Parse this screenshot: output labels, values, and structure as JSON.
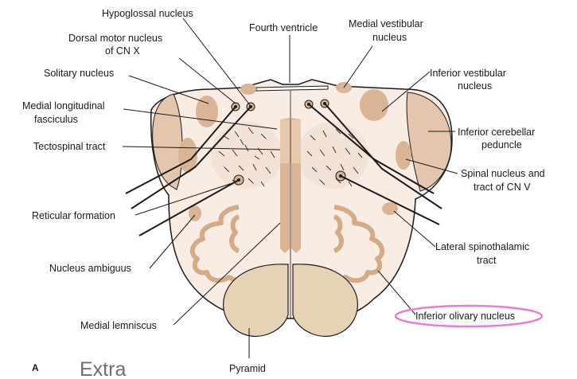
{
  "labels": {
    "hypoglossal": "Hypoglossal nucleus",
    "dorsal_motor_1": "Dorsal motor nucleus",
    "dorsal_motor_2": "of CN X",
    "fourth_ventricle": "Fourth ventricle",
    "medial_vestibular_1": "Medial vestibular",
    "medial_vestibular_2": "nucleus",
    "solitary": "Solitary nucleus",
    "mlf_1": "Medial longitudinal",
    "mlf_2": "fasciculus",
    "tectospinal": "Tectospinal tract",
    "reticular": "Reticular formation",
    "ambiguus": "Nucleus ambiguus",
    "medial_lemniscus": "Medial lemniscus",
    "pyramid": "Pyramid",
    "inferior_vestibular_1": "Inferior vestibular",
    "inferior_vestibular_2": "nucleus",
    "icp_1": "Inferior cerebellar",
    "icp_2": "peduncle",
    "spinal_v_1": "Spinal nucleus and",
    "spinal_v_2": "tract of CN V",
    "lat_spinothalamic_1": "Lateral spinothalamic",
    "lat_spinothalamic_2": "tract",
    "inferior_olivary": "Inferior olivary nucleus"
  },
  "panel_letter": "A",
  "caption": "Extra",
  "colors": {
    "tissue": "#f8ece3",
    "nucleus": "#d9b595",
    "pyramid": "#e6d3b5",
    "highlight": "#ec7ad3",
    "caption": "#6e6e6e"
  }
}
